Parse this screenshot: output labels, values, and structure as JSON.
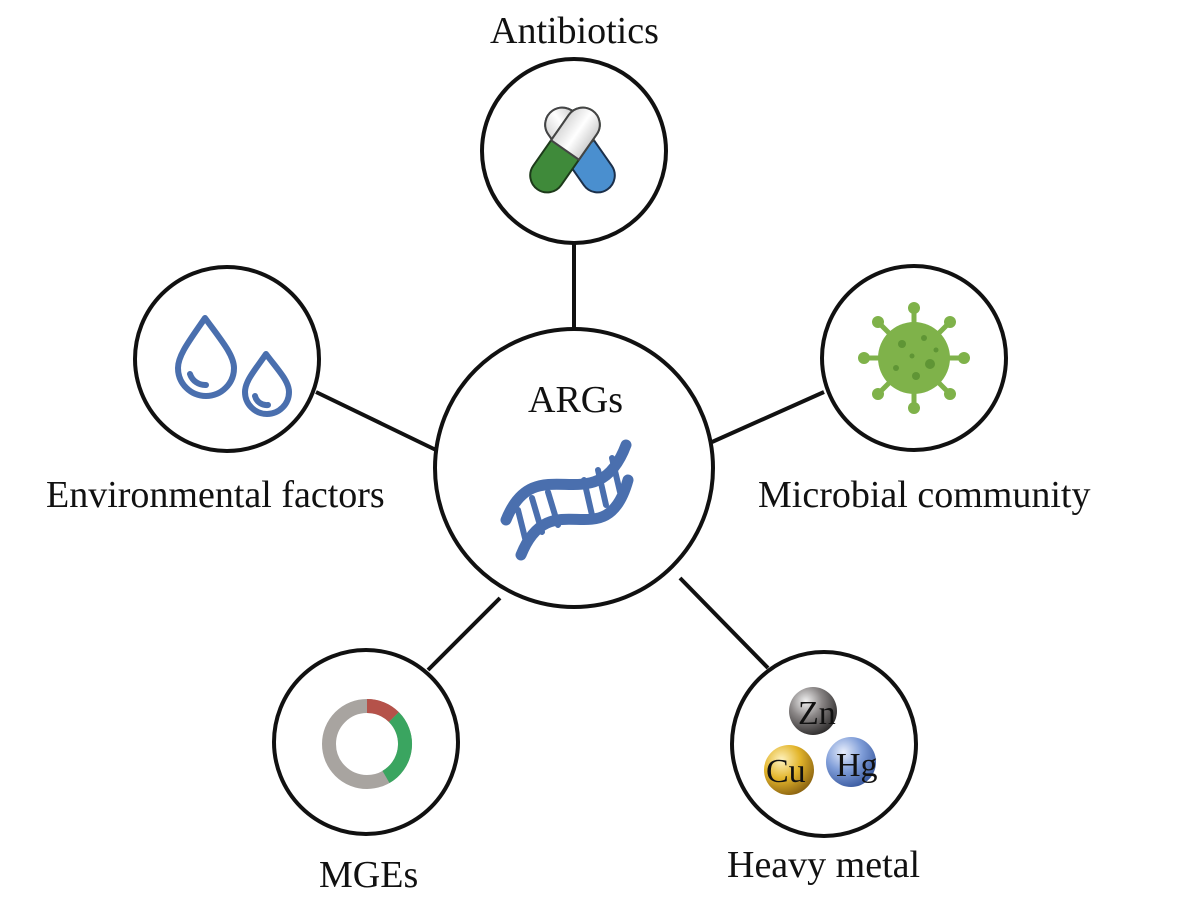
{
  "diagram": {
    "center": {
      "label": "ARGs",
      "icon": "dna-icon"
    },
    "nodes": [
      {
        "id": "antibiotics",
        "label": "Antibiotics",
        "icon": "capsules-icon"
      },
      {
        "id": "microbial",
        "label": "Microbial community",
        "icon": "virus-icon"
      },
      {
        "id": "heavy-metal",
        "label": "Heavy metal",
        "icon": "metal-spheres-icon",
        "metals": [
          "Zn",
          "Cu",
          "Hg"
        ]
      },
      {
        "id": "mges",
        "label": "MGEs",
        "icon": "plasmid-ring-icon"
      },
      {
        "id": "environmental",
        "label": "Environmental factors",
        "icon": "water-drops-icon"
      }
    ]
  },
  "colors": {
    "dna_blue": "#4a6fae",
    "drop_blue": "#4a6fae",
    "capsule_green": "#3f8a3a",
    "capsule_blue": "#4a8fcf",
    "virus_green": "#7fb24a",
    "ring_gray": "#a8a4a0",
    "ring_green": "#3aa560",
    "ring_red": "#b5524a",
    "zn_gray": "#6e6a6a",
    "cu_gold": "#e3b52b",
    "hg_blue": "#6e8fcf"
  }
}
